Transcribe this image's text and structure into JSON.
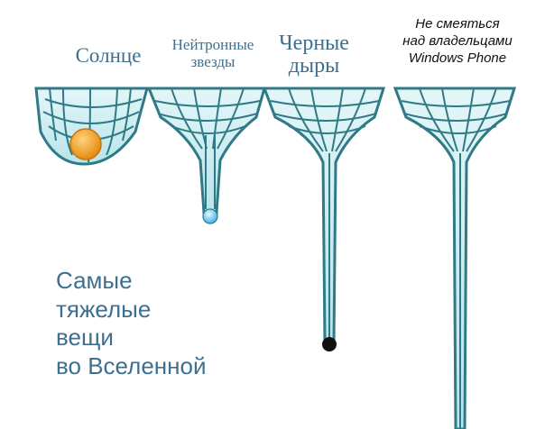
{
  "labels": {
    "sun": "Солнце",
    "neutron_stars": [
      "Нейтронные",
      "звезды"
    ],
    "black_holes": [
      "Черные",
      "дыры"
    ],
    "windows_phone_owners": [
      "Не смеяться",
      "над владельцами",
      "Windows Phone"
    ]
  },
  "heading": [
    "Самые",
    "тяжелые",
    "вещи",
    "во Вселенной"
  ],
  "colors": {
    "grid": "#2f7a86",
    "grid_light": "#bfe9ef",
    "label_blue": "#3e6f8f",
    "sun": "#f0a020",
    "neutron_star": "#7fd6ff",
    "black_hole": "#111111"
  }
}
